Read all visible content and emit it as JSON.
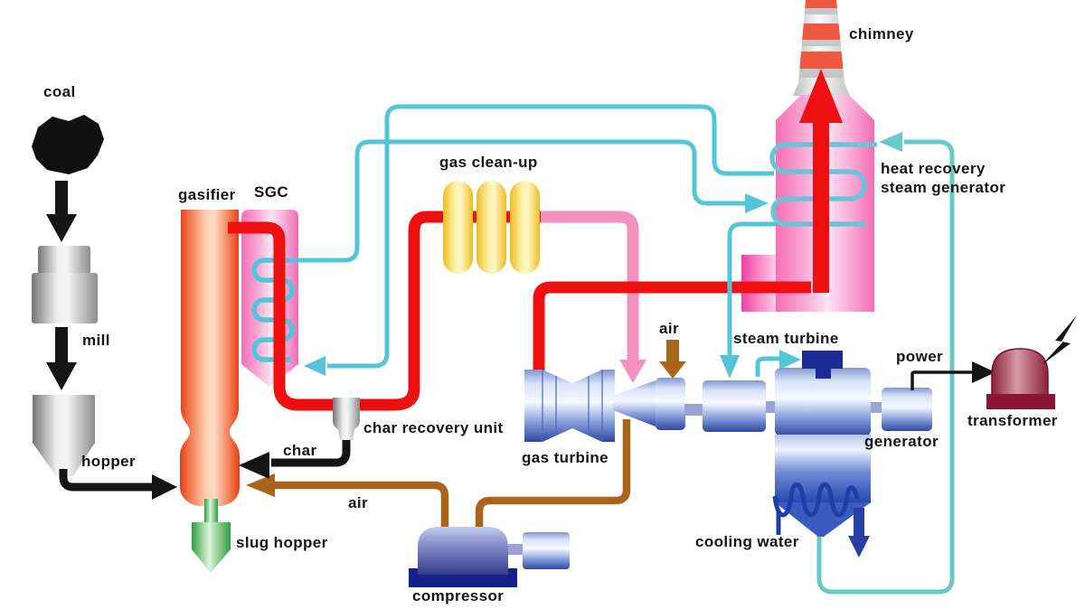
{
  "diagram": {
    "type": "process-flow",
    "subject": "coal gasification combined cycle power plant",
    "labels": {
      "coal": "coal",
      "mill": "mill",
      "hopper": "hopper",
      "gasifier": "gasifier",
      "sgc": "SGC",
      "slug_hopper": "slug hopper",
      "char": "char",
      "char_recovery_unit": "char recovery unit",
      "air_to_gasifier": "air",
      "gas_clean_up": "gas clean-up",
      "gas_turbine": "gas turbine",
      "compressor": "compressor",
      "air_to_combustor": "air",
      "steam_turbine": "steam turbine",
      "chimney": "chimney",
      "hrsg_line1": "heat recovery",
      "hrsg_line2": "steam generator",
      "power": "power",
      "generator": "generator",
      "transformer": "transformer",
      "cooling_water": "cooling water"
    },
    "colors": {
      "raw_syngas_pipe": "#ee1010",
      "clean_gas_pipe": "#f48fc0",
      "steam_water_line": "#54c4d8",
      "cooling_water_line": "#66cbc6",
      "air_pipe": "#a9651a",
      "coal_char_pipe": "#151515",
      "vessel_pink": "#f470b6",
      "gasifier_red": "#e23c1d",
      "cleanup_yellow": "#edbd1e",
      "machine_blue": "#31479f",
      "slug_green": "#2f9c42",
      "transformer_maroon": "#8b1535"
    }
  }
}
